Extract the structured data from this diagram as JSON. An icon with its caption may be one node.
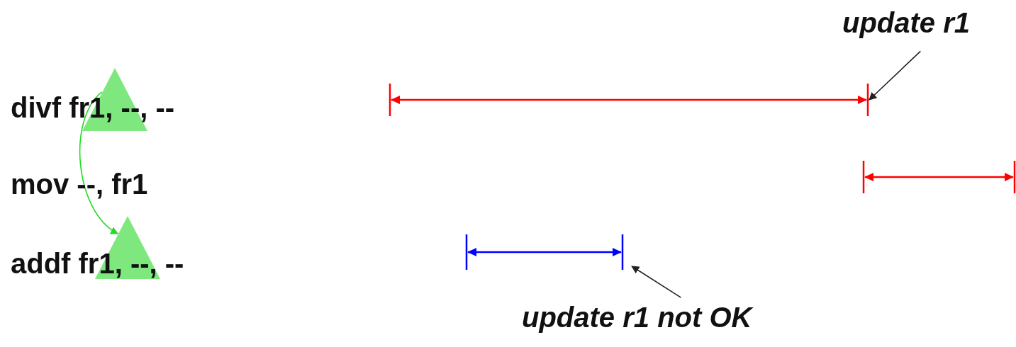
{
  "diagram": {
    "nodes": [
      {
        "text": [
          "update r1"
        ]
      },
      {
        "text": [
          "divf fr1, --, --"
        ]
      },
      {
        "text": [],
        "shape": "triangle"
      },
      {
        "text": [],
        "shape": "bar"
      },
      {
        "text": [
          "mov --, fr1"
        ]
      },
      {
        "text": [],
        "shape": "bar"
      },
      {
        "text": [
          "addf fr1, --, --"
        ]
      },
      {
        "text": [],
        "shape": "triangle"
      },
      {
        "text": [],
        "shape": "bar"
      },
      {
        "text": [
          "update r1 not OK"
        ]
      }
    ],
    "edges": [
      {
        "from": 2,
        "to": 7,
        "arrow": "to",
        "color": "#22dd22"
      },
      {
        "from": 0,
        "to": 3,
        "arrow": "to"
      },
      {
        "from": 9,
        "to": 8,
        "arrow": "to"
      }
    ]
  }
}
